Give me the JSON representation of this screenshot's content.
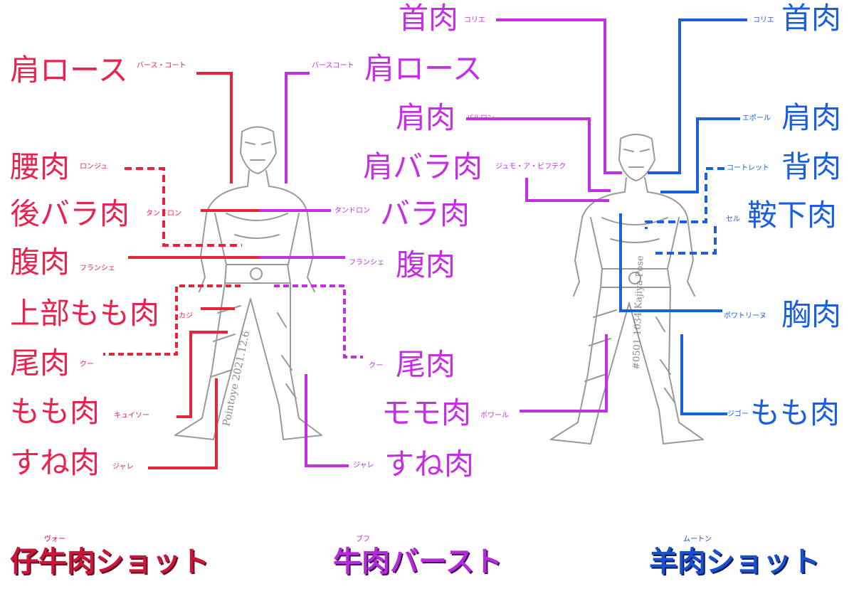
{
  "left_panel": {
    "labels": [
      {
        "name": "肩ロース",
        "reading": "バース・コート"
      },
      {
        "name": "腰肉",
        "reading": "ロンジュ"
      },
      {
        "name": "後バラ肉",
        "reading": "タンドロン"
      },
      {
        "name": "腹肉",
        "reading": "フランシェ"
      },
      {
        "name": "上部もも肉",
        "reading": "カジ"
      },
      {
        "name": "尾肉",
        "reading": "クー"
      },
      {
        "name": "もも肉",
        "reading": "キュイソー"
      },
      {
        "name": "すね肉",
        "reading": "ジャレ"
      }
    ],
    "title": "仔牛肉ショット",
    "title_ruby": "ヴォー",
    "color": "#e8244e"
  },
  "middle_panel": {
    "labels": [
      {
        "name": "首肉",
        "reading": "コリエ"
      },
      {
        "name": "肩ロース",
        "reading": "バースコート"
      },
      {
        "name": "肩肉",
        "reading": "パルロン"
      },
      {
        "name": "肩バラ肉",
        "reading": "ジュモ・ア・ビフテク"
      },
      {
        "name": "バラ肉",
        "reading": "タンドロン"
      },
      {
        "name": "腹肉",
        "reading": "フランシェ"
      },
      {
        "name": "尾肉",
        "reading": "クー"
      },
      {
        "name": "モモ肉",
        "reading": "ボワール"
      },
      {
        "name": "すね肉",
        "reading": "ジャレ"
      }
    ],
    "title": "牛肉バースト",
    "title_ruby": "ブフ",
    "color": "#c62ee6"
  },
  "right_panel": {
    "labels": [
      {
        "name": "首肉",
        "reading": "コリエ"
      },
      {
        "name": "肩肉",
        "reading": "エポール"
      },
      {
        "name": "背肉",
        "reading": "コートレット"
      },
      {
        "name": "鞍下肉",
        "reading": "セル"
      },
      {
        "name": "胸肉",
        "reading": "ポワトリーヌ"
      },
      {
        "name": "もも肉",
        "reading": "ジゴー"
      }
    ],
    "title": "羊肉ショット",
    "title_ruby": "ムートン",
    "color": "#1a5fe0"
  },
  "figures": {
    "left_signature": "Pointoye 2021.12.6",
    "right_signature": "#0501 1034 Kajiya Pose"
  }
}
